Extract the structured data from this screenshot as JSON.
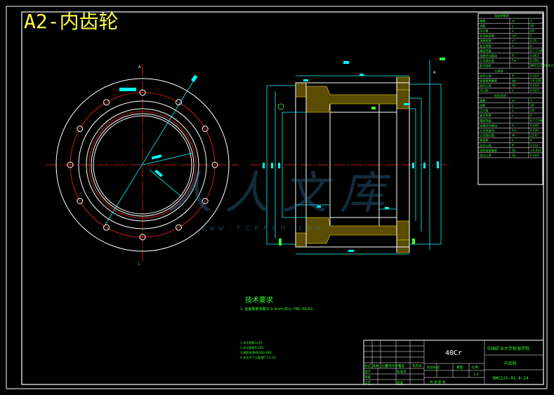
{
  "sheet": {
    "title": "A2-内齿轮"
  },
  "watermark": {
    "text": "人人文库",
    "url": "www.rcnrcn.com"
  },
  "tech_notes": {
    "heading": "技术要求",
    "line1": "1. 齿面硬度渗碳(0.3-3mm)淬火, HRC-56-62;",
    "small_notes": [
      "1.未注倒角1x45;",
      "2.未注圆角R1/R2;",
      "3.调质处理HB260-280;",
      "4.未注尺寸公差按IT 12-14;"
    ]
  },
  "title_block": {
    "material": "40Cr",
    "org": "中国矿业大学徐海学院",
    "part_name": "内齿轮",
    "drawing_no": "BMC125-01-8-24",
    "scale_label": "比例",
    "scale_value": "1:4",
    "weight_label": "重量",
    "stage_label": "阶段标记",
    "label_design": "设计",
    "label_standard": "标准化",
    "label_review": "审核",
    "label_process": "工艺",
    "label_approve": "批准",
    "label_mark": "标记",
    "label_count": "处数",
    "label_zone": "分区",
    "label_doc": "更改文件号",
    "label_sign": "签名",
    "label_date": "年月日",
    "sheet_count": "共 张 第 张"
  },
  "params": {
    "heading1": "齿轮参数表",
    "rows1": [
      [
        "模数",
        "m",
        "3"
      ],
      [
        "齿数",
        "z",
        "96"
      ],
      [
        "压力角",
        "α",
        "20°"
      ],
      [
        "齿顶高系数",
        "ha*",
        "1"
      ],
      [
        "顶隙系数",
        "c*",
        "0.25"
      ],
      [
        "变位系数",
        "x",
        "0"
      ],
      [
        "精度等级",
        "",
        "8-7-7 HK"
      ],
      [
        "齿圈径向跳动",
        "Fr",
        "0.063"
      ],
      [
        "公法线长度",
        "Fw",
        "0.050"
      ],
      [
        "配对齿轮",
        "",
        "BMC125-01-8-23"
      ]
    ],
    "heading2": "公差组",
    "rows2": [
      [
        "齿形公差",
        "ff",
        "0.014"
      ],
      [
        "齿距极限偏差",
        "fpt",
        "±0.018"
      ],
      [
        "齿向公差",
        "Fβ",
        "0.016"
      ],
      [
        "中心距",
        "a",
        "0.025"
      ]
    ],
    "heading3": "检验项目",
    "rows3": [
      [
        "模数",
        "m",
        "3"
      ],
      [
        "齿数",
        "z",
        "30"
      ],
      [
        "压力角",
        "α",
        "20°"
      ],
      [
        "变位系数",
        "x",
        "0"
      ],
      [
        "精度等级",
        "",
        "8-7-7 HK"
      ],
      [
        "齿圈径向跳动",
        "Fr",
        "0.040"
      ],
      [
        "公法线变动",
        "Fw",
        "0.036"
      ],
      [
        "公法线长度",
        "W",
        "23.02"
      ],
      [
        "跨齿数",
        "k",
        "4"
      ],
      [
        "齿形公差",
        "ff",
        "0.011"
      ],
      [
        "齿距极限偏差",
        "fpt",
        "±0.014"
      ],
      [
        "齿向公差",
        "Fβ",
        "0.016"
      ]
    ]
  },
  "colors": {
    "background": "#000000",
    "frame": "#ffffff",
    "text_green": "#33ff33",
    "hatch_yellow": "#c8b000",
    "centerline": "#ff2020",
    "cyan": "#00ffff",
    "title_yellow": "#ffff40"
  }
}
